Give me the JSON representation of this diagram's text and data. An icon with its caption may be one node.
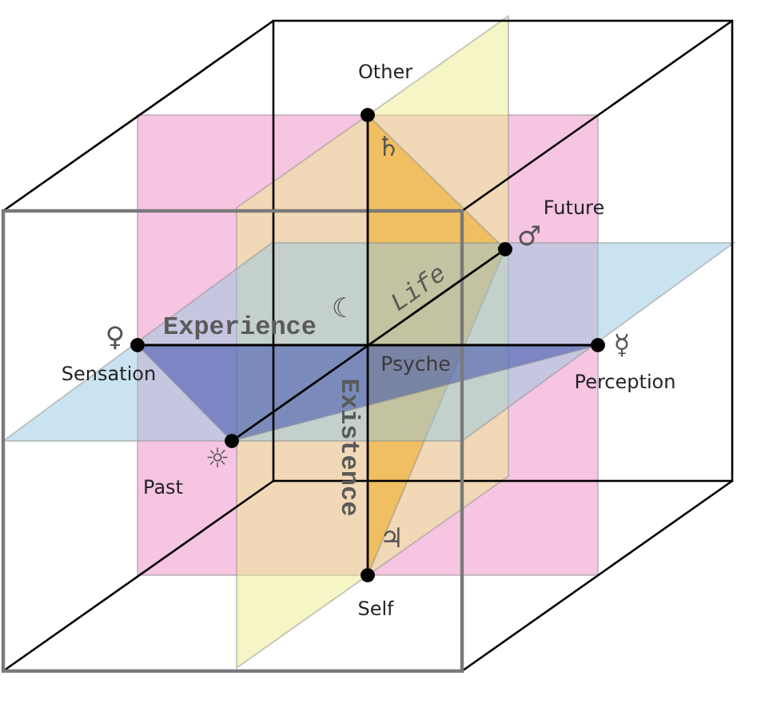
{
  "diagram": {
    "nodes": [
      {
        "text": [],
        "shape": "circle",
        "beside": [
          "Other",
          "♄"
        ]
      },
      {
        "text": [],
        "shape": "circle",
        "beside": [
          "Future",
          "♂"
        ]
      },
      {
        "text": [],
        "shape": "circle",
        "beside": [
          "♀",
          "Sensation"
        ]
      },
      {
        "text": [],
        "shape": "circle",
        "beside": [
          "☿",
          "Perception"
        ]
      },
      {
        "text": [],
        "shape": "circle",
        "beside": [
          "☼",
          "Past"
        ]
      },
      {
        "text": [],
        "shape": "circle",
        "beside": [
          "♃",
          "Self"
        ]
      }
    ],
    "edges": [
      {
        "from": 4,
        "to": 1,
        "arrow": "none",
        "label": "Life"
      },
      {
        "from": 2,
        "to": 3,
        "arrow": "none",
        "label": "Experience"
      },
      {
        "from": 0,
        "to": 5,
        "arrow": "none",
        "label": "Existence"
      }
    ],
    "labels": [
      "☾",
      "Psyche"
    ]
  }
}
